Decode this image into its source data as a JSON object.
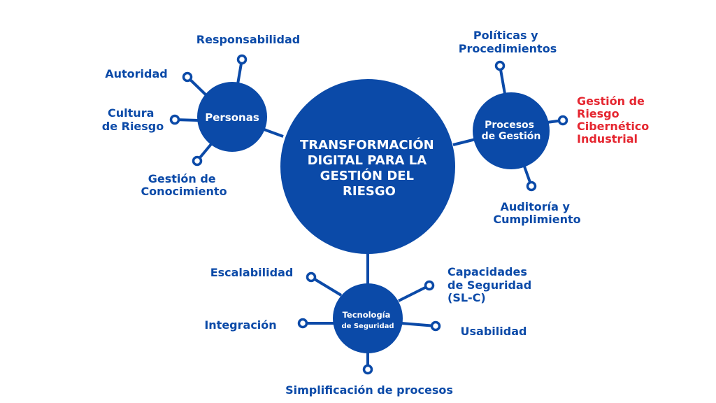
{
  "colors": {
    "primary": "#0b4aa8",
    "highlight": "#e52630",
    "background": "#ffffff"
  },
  "center": {
    "lines": [
      "TRANSFORMACIÓN",
      "DIGITAL PARA LA",
      "GESTIÓN DEL",
      "RIESGO"
    ]
  },
  "personas": {
    "title": "Personas",
    "items": {
      "responsabilidad": "Responsabilidad",
      "autoridad": "Autoridad",
      "cultura": [
        "Cultura",
        "de Riesgo"
      ],
      "conocimiento": [
        "Gestión de",
        "Conocimiento"
      ]
    }
  },
  "procesos": {
    "title": [
      "Procesos",
      "de Gestión"
    ],
    "items": {
      "politicas": [
        "Políticas y",
        "Procedimientos"
      ],
      "riesgo": [
        "Gestión de",
        "Riesgo",
        "Cibernético",
        "Industrial"
      ],
      "auditoria": [
        "Auditoría y",
        "Cumplimiento"
      ]
    }
  },
  "tecnologia": {
    "title": [
      "Tecnología",
      "de Seguridad"
    ],
    "items": {
      "escalabilidad": "Escalabilidad",
      "capacidades": [
        "Capacidades",
        "de Seguridad",
        "(SL-C)"
      ],
      "integracion": "Integración",
      "usabilidad": "Usabilidad",
      "simplificacion": "Simplificación de procesos"
    }
  }
}
